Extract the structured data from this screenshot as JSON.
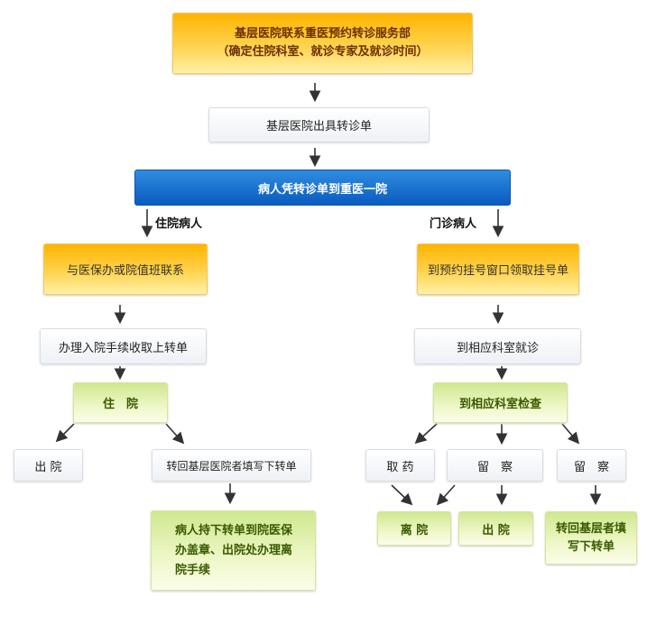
{
  "top": {
    "line1": "基层医院联系重医预约转诊服务部",
    "line2": "（确定住院科室、就诊专家及就诊时间）"
  },
  "step2": "基层医院出具转诊单",
  "step3": "病人凭转诊单到重医一院",
  "inpatient": {
    "label": "住院病人",
    "contact": "与医保办或院值班联系",
    "admit": "办理入院手续收取上转单",
    "hospitalized": "住　院",
    "discharge": "出 院",
    "transfer_back": "转回基层医院者填写下转单",
    "final": "病人持下转单到院医保办盖章、出院处办理离院手续"
  },
  "outpatient": {
    "label": "门诊病人",
    "register": "到预约挂号窗口领取挂号单",
    "visit": "到相应科室就诊",
    "exam": "到相应科室检查",
    "medicine": "取 药",
    "observe1": "留　察",
    "observe2": "留　察",
    "leave": "离 院",
    "discharge": "出 院",
    "transfer_back": "转回基层者填写下转单"
  }
}
